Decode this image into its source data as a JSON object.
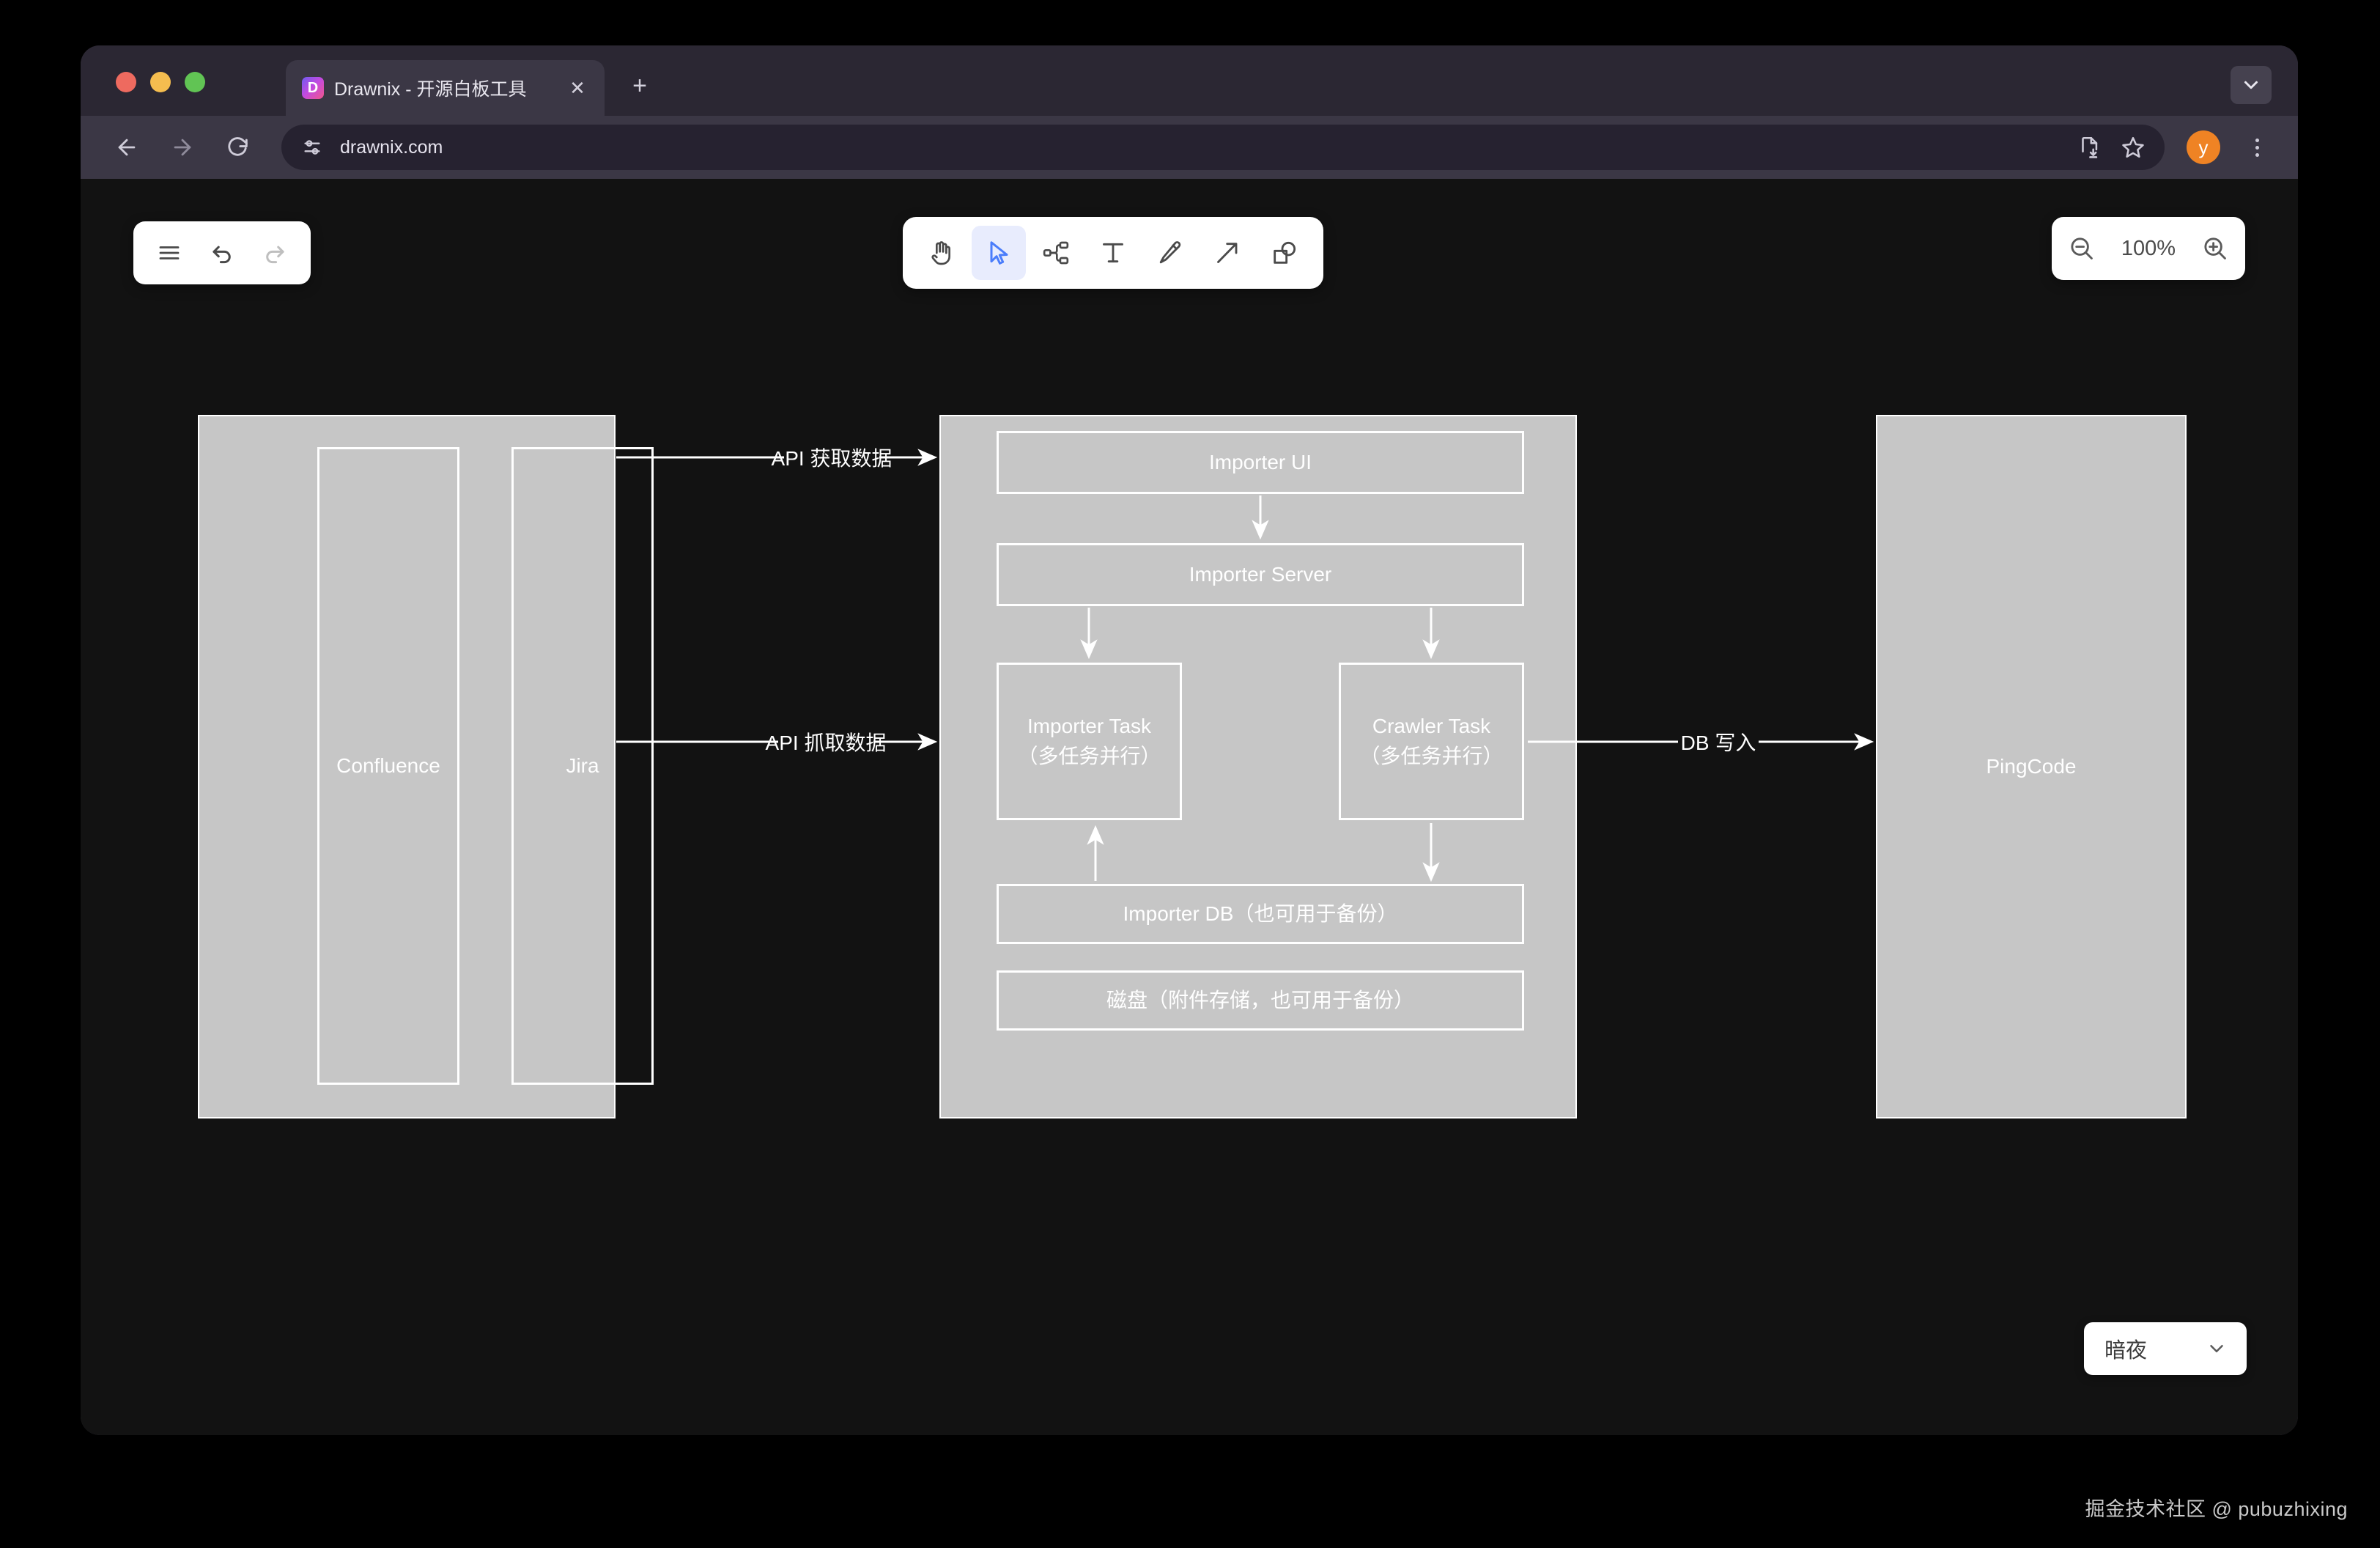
{
  "browser": {
    "tab": {
      "title": "Drawnix - 开源白板工具",
      "favicon_letter": "D",
      "close_label": "✕"
    },
    "new_tab_label": "+",
    "window_expand_icon": "chevron-down-icon",
    "traffic_lights": [
      "close",
      "minimize",
      "maximize"
    ],
    "nav": {
      "back_icon": "arrow-left-icon",
      "forward_icon": "arrow-right-icon",
      "reload_icon": "reload-icon",
      "site_info_icon": "site-settings-icon",
      "url": "drawnix.com",
      "install_icon": "install-page-icon",
      "bookmark_icon": "star-icon",
      "avatar_letter": "y",
      "menu_icon": "kebab-menu-icon"
    },
    "colors": {
      "tabstrip": "#2b2733",
      "chrome": "#3b3745",
      "omnibox": "#262230",
      "avatar": "#ef8324"
    }
  },
  "app": {
    "left_toolbar": [
      {
        "name": "menu-button",
        "icon": "hamburger-icon"
      },
      {
        "name": "undo-button",
        "icon": "undo-icon",
        "disabled": false
      },
      {
        "name": "redo-button",
        "icon": "redo-icon",
        "disabled": true
      }
    ],
    "main_toolbar": [
      {
        "name": "hand-tool",
        "icon": "hand-icon",
        "active": false
      },
      {
        "name": "select-tool",
        "icon": "cursor-icon",
        "active": true
      },
      {
        "name": "mind-map-tool",
        "icon": "mind-map-icon",
        "active": false
      },
      {
        "name": "text-tool",
        "icon": "text-icon",
        "active": false
      },
      {
        "name": "pen-tool",
        "icon": "pencil-icon",
        "active": false
      },
      {
        "name": "arrow-tool",
        "icon": "arrow-icon",
        "active": false
      },
      {
        "name": "shape-tool",
        "icon": "shapes-icon",
        "active": false
      }
    ],
    "zoom": {
      "out_icon": "zoom-out-icon",
      "level": "100%",
      "in_icon": "zoom-in-icon"
    },
    "theme": {
      "value": "暗夜",
      "chevron": "chevron-down-icon"
    },
    "watermark": "掘金技术社区 @ pubuzhixing",
    "canvas_background": "#121212"
  },
  "diagram": {
    "type": "flowchart",
    "node_fill": "#c6c6c6",
    "node_stroke": "#ffffff",
    "groups": [
      {
        "name": "source-group",
        "label": ""
      },
      {
        "name": "importer-group",
        "label": ""
      },
      {
        "name": "pingcode-group",
        "label": ""
      }
    ],
    "nodes": [
      {
        "id": "confluence",
        "label": "Confluence"
      },
      {
        "id": "jira",
        "label": "Jira"
      },
      {
        "id": "importer-ui",
        "label": "Importer UI"
      },
      {
        "id": "importer-server",
        "label": "Importer Server"
      },
      {
        "id": "importer-task-line1",
        "label": "Importer Task"
      },
      {
        "id": "importer-task-line2",
        "label": "（多任务并行）"
      },
      {
        "id": "crawler-task-line1",
        "label": "Crawler Task"
      },
      {
        "id": "crawler-task-line2",
        "label": "（多任务并行）"
      },
      {
        "id": "importer-db",
        "label": "Importer DB（也可用于备份）"
      },
      {
        "id": "disk",
        "label": "磁盘（附件存储，也可用于备份）"
      },
      {
        "id": "pingcode",
        "label": "PingCode"
      }
    ],
    "edges": [
      {
        "id": "e1",
        "from": "source-group",
        "to": "importer-group",
        "label": "API 获取数据"
      },
      {
        "id": "e2",
        "from": "source-group",
        "to": "importer-task",
        "label": "API 抓取数据"
      },
      {
        "id": "e3",
        "from": "crawler-task",
        "to": "pingcode",
        "label": "DB 写入"
      },
      {
        "id": "e4",
        "from": "importer-ui",
        "to": "importer-server",
        "label": ""
      },
      {
        "id": "e5",
        "from": "importer-server",
        "to": "importer-task",
        "label": ""
      },
      {
        "id": "e6",
        "from": "importer-server",
        "to": "crawler-task",
        "label": ""
      },
      {
        "id": "e7",
        "from": "importer-db",
        "to": "importer-task",
        "label": ""
      },
      {
        "id": "e8",
        "from": "crawler-task",
        "to": "importer-db",
        "label": ""
      }
    ]
  }
}
